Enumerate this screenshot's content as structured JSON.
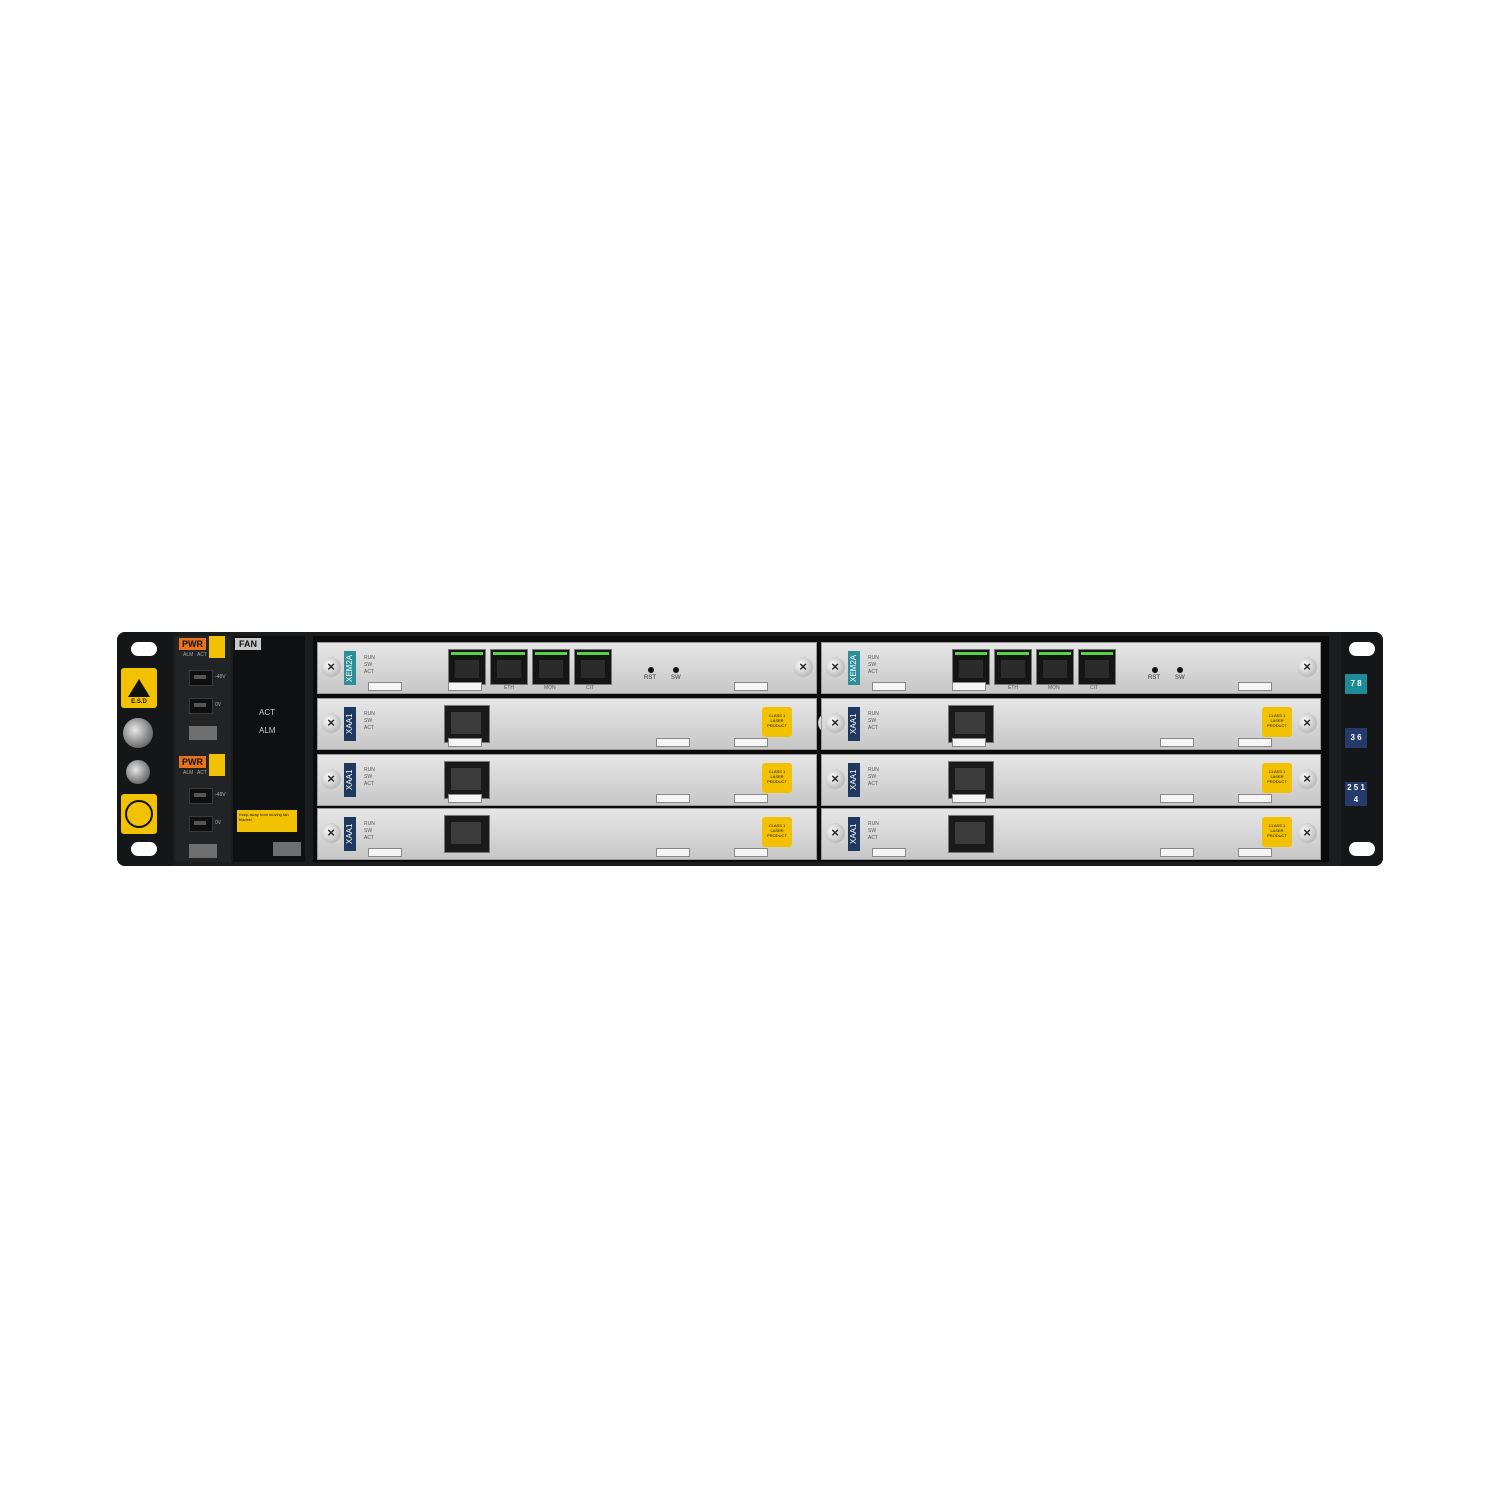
{
  "chassis": {
    "left_ear": {
      "esd_label": "E.S.D"
    },
    "power_units": [
      {
        "badge": "PWR",
        "leds": [
          "ALM",
          "ACT"
        ],
        "voltage_labels": [
          "-48V",
          "0V"
        ]
      },
      {
        "badge": "PWR",
        "leds": [
          "ALM",
          "ACT"
        ],
        "voltage_labels": [
          "-48V",
          "0V"
        ]
      }
    ],
    "fan_tray": {
      "badge": "FAN",
      "leds": [
        "ACT",
        "ALM"
      ],
      "warning_sticker": "Keep away from moving fan blades!"
    },
    "cards": [
      {
        "name": "XEM2A",
        "type": "control",
        "leds": [
          "RUN",
          "SW",
          "ACT"
        ],
        "ports": [
          "ETH",
          "MON",
          "CIT"
        ],
        "buttons": [
          "RST",
          "SW"
        ]
      },
      {
        "name": "XEM2A",
        "type": "control",
        "leds": [
          "RUN",
          "SW",
          "ACT"
        ],
        "ports": [
          "ETH",
          "MON",
          "CIT"
        ],
        "buttons": [
          "RST",
          "SW"
        ]
      },
      {
        "name": "XAA1",
        "type": "line",
        "leds": [
          "RUN",
          "SW",
          "ACT"
        ],
        "laser_label": "CLASS 1 LASER PRODUCT"
      },
      {
        "name": "XAA1",
        "type": "line",
        "leds": [
          "RUN",
          "SW",
          "ACT"
        ],
        "laser_label": "CLASS 1 LASER PRODUCT"
      },
      {
        "name": "XAA1",
        "type": "line",
        "leds": [
          "RUN",
          "SW",
          "ACT"
        ],
        "laser_label": "CLASS 1 LASER PRODUCT"
      },
      {
        "name": "XAA1",
        "type": "line",
        "leds": [
          "RUN",
          "SW",
          "ACT"
        ],
        "laser_label": "CLASS 1 LASER PRODUCT"
      },
      {
        "name": "XAA1",
        "type": "line",
        "leds": [
          "RUN",
          "SW",
          "ACT"
        ],
        "laser_label": "CLASS 1 LASER PRODUCT"
      },
      {
        "name": "XAA1",
        "type": "line",
        "leds": [
          "RUN",
          "SW",
          "ACT"
        ],
        "laser_label": "CLASS 1 LASER PRODUCT"
      }
    ],
    "slot_labels": [
      {
        "text": "7 8",
        "color": "#1e8c96"
      },
      {
        "text": "3 6",
        "color": "#233a6b"
      },
      {
        "text": "2 5 1 4",
        "color": "#233a6b"
      }
    ]
  }
}
